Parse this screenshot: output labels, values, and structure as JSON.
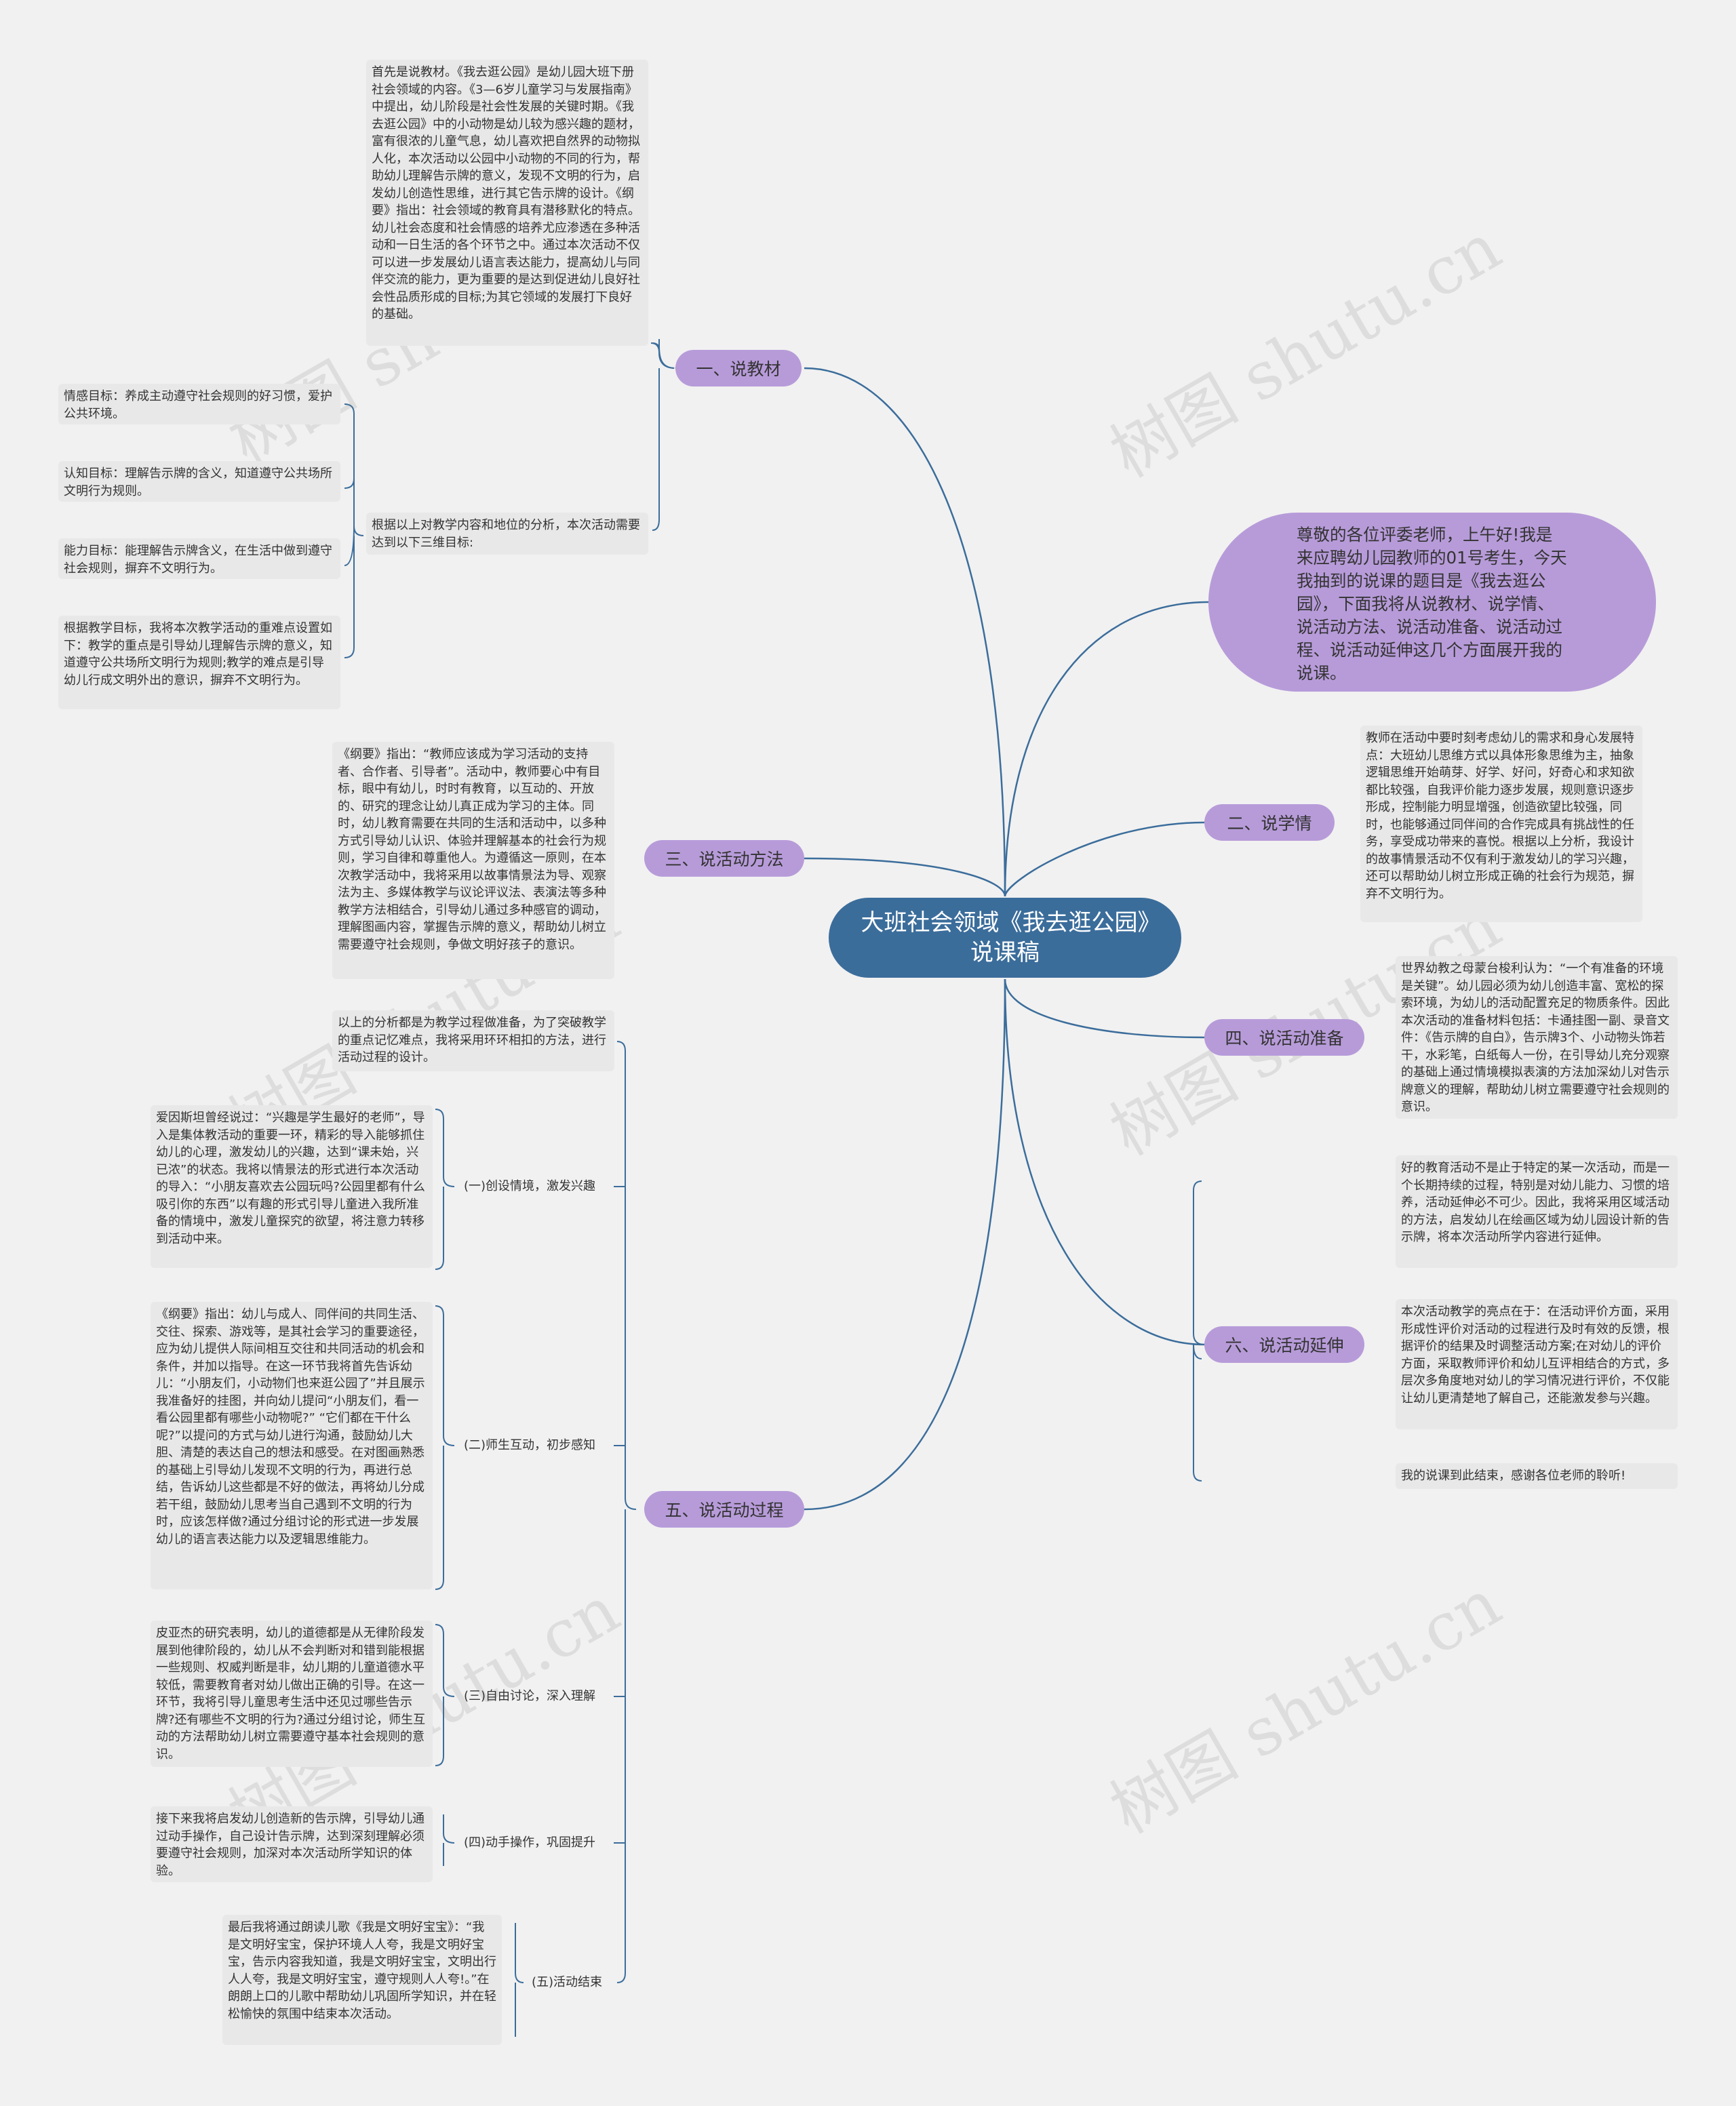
{
  "watermark": "树图 shutu.cn",
  "root": {
    "title": "大班社会领域《我去逛公园》说课稿"
  },
  "intro": {
    "text": "尊敬的各位评委老师，上午好!我是来应聘幼儿园教师的01号考生，今天我抽到的说课的题目是《我去逛公园》，下面我将从说教材、说学情、说活动方法、说活动准备、说活动过程、说活动延伸这几个方面展开我的说课。"
  },
  "branches": {
    "b1": {
      "label": "一、说教材",
      "note_main": "首先是说教材。《我去逛公园》是幼儿园大班下册社会领域的内容。《3—6岁儿童学习与发展指南》中提出，幼儿阶段是社会性发展的关键时期。《我去逛公园》中的小动物是幼儿较为感兴趣的题材，富有很浓的儿童气息，幼儿喜欢把自然界的动物拟人化，本次活动以公园中小动物的不同的行为，帮助幼儿理解告示牌的意义，发现不文明的行为，启发幼儿创造性思维，进行其它告示牌的设计。《纲要》指出：社会领域的教育具有潜移默化的特点。幼儿社会态度和社会情感的培养尤应渗透在多种活动和一日生活的各个环节之中。通过本次活动不仅可以进一步发展幼儿语言表达能力，提高幼儿与同伴交流的能力，更为重要的是达到促进幼儿良好社会性品质形成的目标;为其它领域的发展打下良好的基础。",
      "note_goal": "根据以上对教学内容和地位的分析，本次活动需要达到以下三维目标:",
      "goals": [
        "情感目标：养成主动遵守社会规则的好习惯，爱护公共环境。",
        "认知目标：理解告示牌的含义，知道遵守公共场所文明行为规则。",
        "能力目标：能理解告示牌含义，在生活中做到遵守社会规则，摒弃不文明行为。",
        "根据教学目标，我将本次教学活动的重难点设置如下：教学的重点是引导幼儿理解告示牌的意义，知道遵守公共场所文明行为规则;教学的难点是引导幼儿行成文明外出的意识，摒弃不文明行为。"
      ]
    },
    "b2": {
      "label": "二、说学情",
      "note": "教师在活动中要时刻考虑幼儿的需求和身心发展特点：大班幼儿思维方式以具体形象思维为主，抽象逻辑思维开始萌芽、好学、好问，好奇心和求知欲都比较强，自我评价能力逐步发展，规则意识逐步形成，控制能力明显增强，创造欲望比较强，同时，也能够通过同伴间的合作完成具有挑战性的任务，享受成功带来的喜悦。根据以上分析，我设计的故事情景活动不仅有利于激发幼儿的学习兴趣，还可以帮助幼儿树立形成正确的社会行为规范，摒弃不文明行为。"
    },
    "b3": {
      "label": "三、说活动方法",
      "note": "《纲要》指出：“教师应该成为学习活动的支持者、合作者、引导者”。活动中，教师要心中有目标，眼中有幼儿，时时有教育，以互动的、开放的、研究的理念让幼儿真正成为学习的主体。同时，幼儿教育需要在共同的生活和活动中，以多种方式引导幼儿认识、体验并理解基本的社会行为规则，学习自律和尊重他人。为遵循这一原则，在本次教学活动中，我将采用以故事情景法为导、观察法为主、多媒体教学与议论评议法、表演法等多种教学方法相结合，引导幼儿通过多种感官的调动，理解图画内容，掌握告示牌的意义，帮助幼儿树立需要遵守社会规则，争做文明好孩子的意识。"
    },
    "b4": {
      "label": "四、说活动准备",
      "note": "世界幼教之母蒙台梭利认为：“一个有准备的环境是关键”。幼儿园必须为幼儿创造丰富、宽松的探索环境，为幼儿的活动配置充足的物质条件。因此本次活动的准备材料包括：卡通挂图一副、录音文件：《告示牌的自白》，告示牌3个、小动物头饰若干，水彩笔，白纸每人一份，在引导幼儿充分观察的基础上通过情境模拟表演的方法加深幼儿对告示牌意义的理解，帮助幼儿树立需要遵守社会规则的意识。"
    },
    "b5": {
      "label": "五、说活动过程",
      "note_top": "以上的分析都是为教学过程做准备，为了突破教学的重点记忆难点，我将采用环环相扣的方法，进行活动过程的设计。",
      "steps": [
        {
          "label": "(一)创设情境，激发兴趣",
          "note": "爱因斯坦曾经说过：“兴趣是学生最好的老师”，导入是集体教活动的重要一环，精彩的导入能够抓住幼儿的心理，激发幼儿的兴趣，达到“课未始，兴已浓”的状态。我将以情景法的形式进行本次活动的导入：“小朋友喜欢去公园玩吗?公园里都有什么吸引你的东西”以有趣的形式引导儿童进入我所准备的情境中，激发儿童探究的欲望，将注意力转移到活动中来。"
        },
        {
          "label": "(二)师生互动，初步感知",
          "note": "《纲要》指出：幼儿与成人、同伴间的共同生活、交往、探索、游戏等，是其社会学习的重要途径，应为幼儿提供人际间相互交往和共同活动的机会和条件，并加以指导。在这一环节我将首先告诉幼儿：“小朋友们，小动物们也来逛公园了”并且展示我准备好的挂图，并向幼儿提问“小朋友们，看一看公园里都有哪些小动物呢?” “它们都在干什么呢?”以提问的方式与幼儿进行沟通，鼓励幼儿大胆、清楚的表达自己的想法和感受。在对图画熟悉的基础上引导幼儿发现不文明的行为，再进行总结，告诉幼儿这些都是不好的做法，再将幼儿分成若干组，鼓励幼儿思考当自己遇到不文明的行为时，应该怎样做?通过分组讨论的形式进一步发展幼儿的语言表达能力以及逻辑思维能力。"
        },
        {
          "label": "(三)自由讨论，深入理解",
          "note": "皮亚杰的研究表明，幼儿的道德都是从无律阶段发展到他律阶段的，幼儿从不会判断对和错到能根据一些规则、权威判断是非，幼儿期的儿童道德水平较低，需要教育者对幼儿做出正确的引导。在这一环节，我将引导儿童思考生活中还见过哪些告示牌?还有哪些不文明的行为?通过分组讨论，师生互动的方法帮助幼儿树立需要遵守基本社会规则的意识。"
        },
        {
          "label": "(四)动手操作，巩固提升",
          "note": "接下来我将启发幼儿创造新的告示牌，引导幼儿通过动手操作，自己设计告示牌，达到深刻理解必须要遵守社会规则，加深对本次活动所学知识的体验。"
        },
        {
          "label": "(五)活动结束",
          "note": "最后我将通过朗读儿歌《我是文明好宝宝》：“我是文明好宝宝，保护环境人人夸，我是文明好宝宝，告示内容我知道，我是文明好宝宝，文明出行人人夸，我是文明好宝宝，遵守规则人人夸!。”在朗朗上口的儿歌中帮助幼儿巩固所学知识，并在轻松愉快的氛围中结束本次活动。"
        }
      ]
    },
    "b6": {
      "label": "六、说活动延伸",
      "notes": [
        "好的教育活动不是止于特定的某一次活动，而是一个长期持续的过程，特别是对幼儿能力、习惯的培养，活动延伸必不可少。因此，我将采用区域活动的方法，启发幼儿在绘画区域为幼儿园设计新的告示牌，将本次活动所学内容进行延伸。",
        "本次活动教学的亮点在于：在活动评价方面，采用形成性评价对活动的过程进行及时有效的反馈，根据评价的结果及时调整活动方案;在对幼儿的评价方面，采取教师评价和幼儿互评相结合的方式，多层次多角度地对幼儿的学习情况进行评价，不仅能让幼儿更清楚地了解自己，还能激发参与兴趣。",
        "我的说课到此结束，感谢各位老师的聆听!"
      ]
    }
  }
}
